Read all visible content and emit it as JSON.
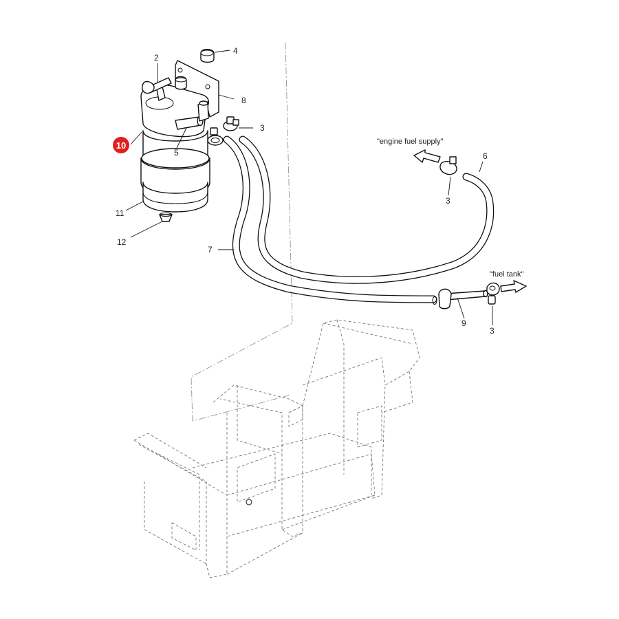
{
  "callouts": [
    {
      "id": "2",
      "text": "2"
    },
    {
      "id": "4",
      "text": "4"
    },
    {
      "id": "8",
      "text": "8"
    },
    {
      "id": "3a",
      "text": "3"
    },
    {
      "id": "5",
      "text": "5"
    },
    {
      "id": "11",
      "text": "11"
    },
    {
      "id": "12",
      "text": "12"
    },
    {
      "id": "7",
      "text": "7"
    },
    {
      "id": "6",
      "text": "6"
    },
    {
      "id": "3b",
      "text": "3"
    },
    {
      "id": "9",
      "text": "9"
    },
    {
      "id": "3c",
      "text": "3"
    }
  ],
  "highlight": {
    "text": "10",
    "color": "#e31e1e"
  },
  "notes": {
    "engine": "\"engine fuel supply\"",
    "tank": "\"fuel tank\""
  }
}
